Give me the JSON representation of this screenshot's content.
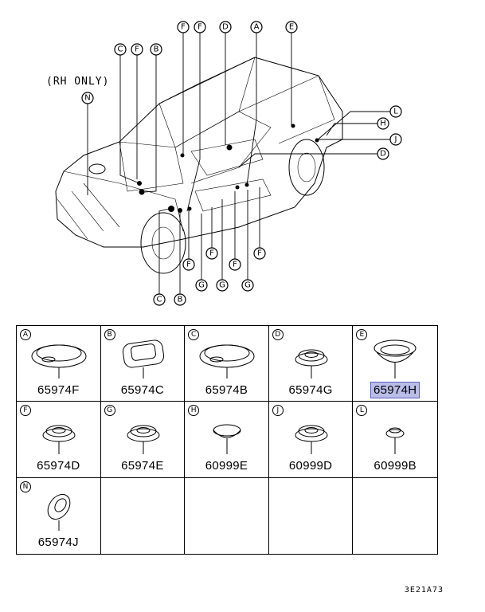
{
  "diagram": {
    "note": "(RH ONLY)",
    "doc_code": "3E21A73",
    "callouts_top": [
      "C",
      "F",
      "B",
      "F",
      "F",
      "D",
      "A",
      "E"
    ],
    "callouts_right": [
      "L",
      "H",
      "J",
      "D"
    ],
    "callouts_bottom": [
      "C",
      "B",
      "F",
      "G",
      "F",
      "G",
      "F",
      "G",
      "F"
    ],
    "callout_left": "N"
  },
  "parts": [
    {
      "letter": "A",
      "part_no": "65974F",
      "highlight": false,
      "shape": "large-flat"
    },
    {
      "letter": "B",
      "part_no": "65974C",
      "highlight": false,
      "shape": "square"
    },
    {
      "letter": "C",
      "part_no": "65974B",
      "highlight": false,
      "shape": "large-flat"
    },
    {
      "letter": "D",
      "part_no": "65974G",
      "highlight": false,
      "shape": "medium"
    },
    {
      "letter": "E",
      "part_no": "65974H",
      "highlight": true,
      "shape": "cup"
    },
    {
      "letter": "F",
      "part_no": "65974D",
      "highlight": false,
      "shape": "medium"
    },
    {
      "letter": "G",
      "part_no": "65974E",
      "highlight": false,
      "shape": "medium"
    },
    {
      "letter": "H",
      "part_no": "60999E",
      "highlight": false,
      "shape": "dome"
    },
    {
      "letter": "J",
      "part_no": "60999D",
      "highlight": false,
      "shape": "medium"
    },
    {
      "letter": "L",
      "part_no": "60999B",
      "highlight": false,
      "shape": "small"
    },
    {
      "letter": "N",
      "part_no": "65974J",
      "highlight": false,
      "shape": "angled"
    },
    {
      "letter": "",
      "part_no": "",
      "highlight": false,
      "shape": "none"
    },
    {
      "letter": "",
      "part_no": "",
      "highlight": false,
      "shape": "none"
    },
    {
      "letter": "",
      "part_no": "",
      "highlight": false,
      "shape": "none"
    },
    {
      "letter": "",
      "part_no": "",
      "highlight": false,
      "shape": "none"
    }
  ]
}
